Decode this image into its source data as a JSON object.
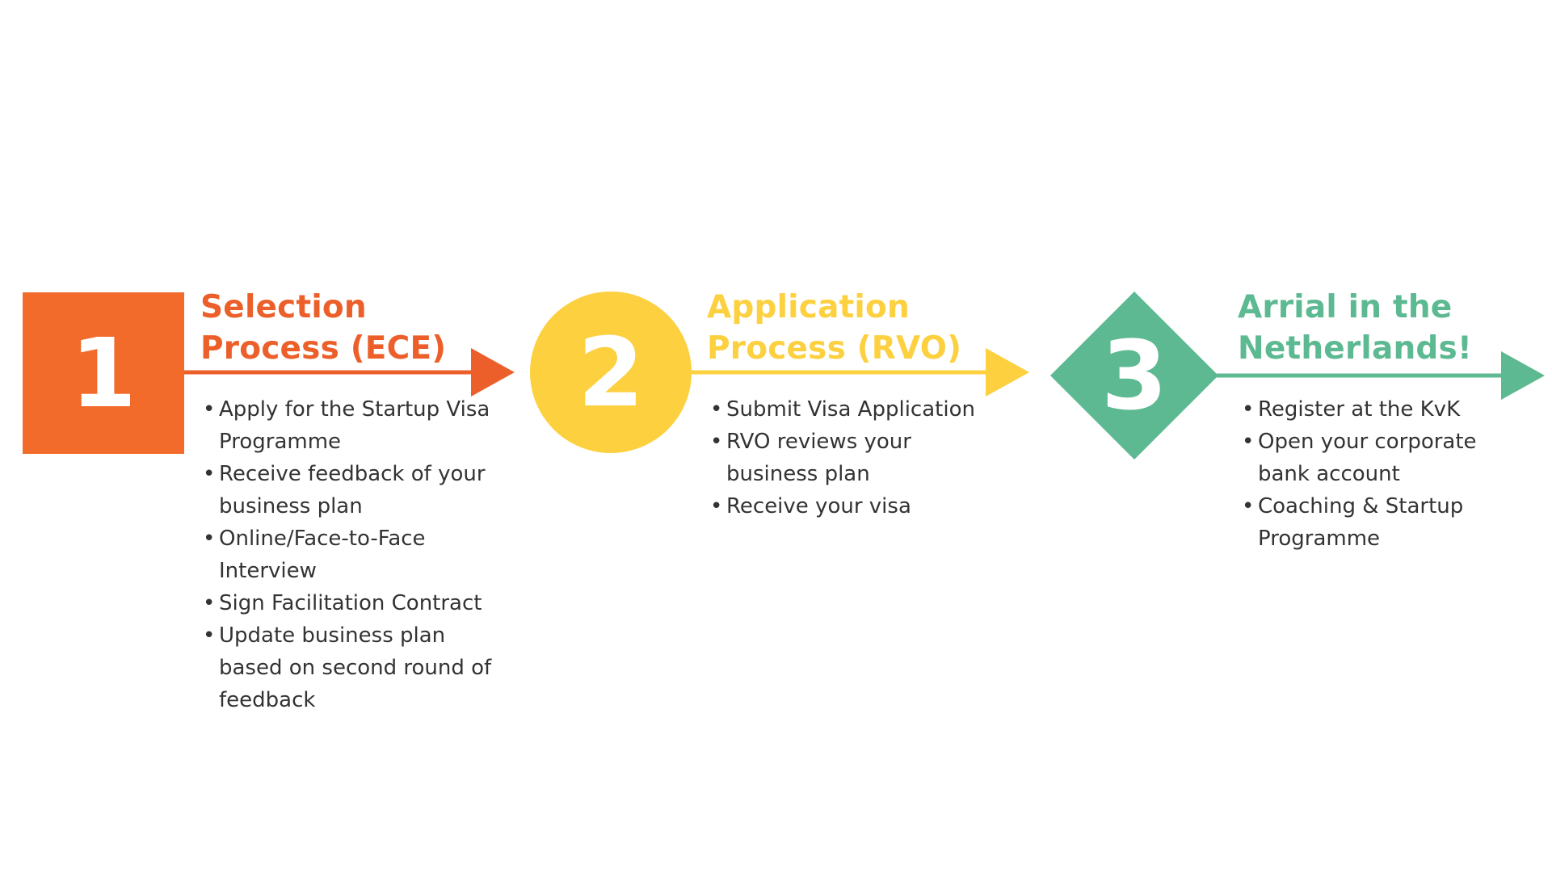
{
  "colors": {
    "step1": "#f26b2a",
    "step2": "#fcd03e",
    "step3": "#5cb991",
    "text": "#333333"
  },
  "steps": [
    {
      "number": "1",
      "title": "Selection\nProcess (ECE)",
      "items": [
        "Apply for the Startup Visa Programme",
        "Receive feedback of your business plan",
        "Online/Face-to-Face Interview",
        "Sign Facilitation Contract",
        "Update business plan based on second round of feedback"
      ]
    },
    {
      "number": "2",
      "title": "Application\nProcess (RVO)",
      "items": [
        "Submit Visa Application",
        "RVO reviews your business plan",
        "Receive your visa"
      ]
    },
    {
      "number": "3",
      "title": "Arrial in the\nNetherlands!",
      "items": [
        "Register at the KvK",
        "Open your corporate bank account",
        "Coaching & Startup Programme"
      ]
    }
  ]
}
